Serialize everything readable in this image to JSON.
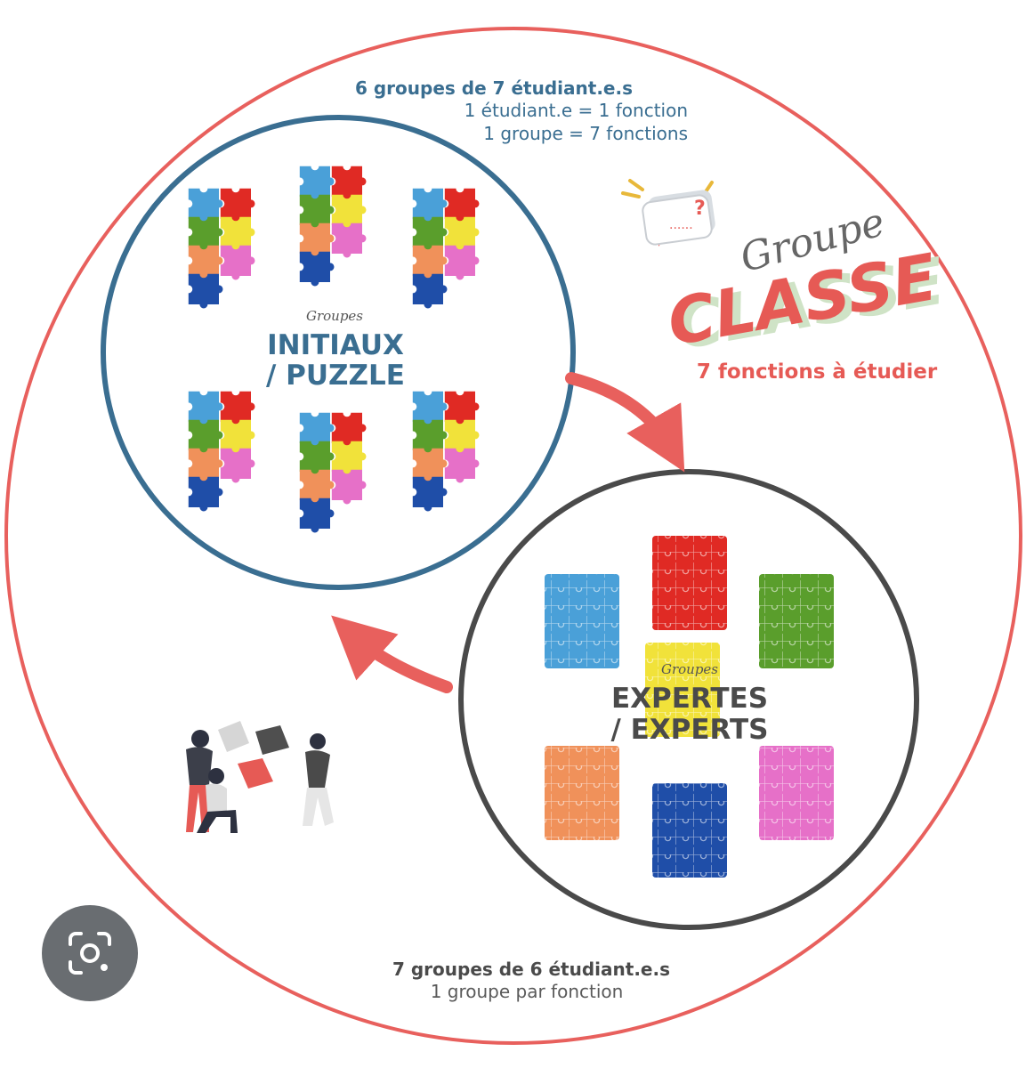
{
  "top_caption": {
    "title": "6 groupes de 7 étudiant.e.s",
    "line1": "1 étudiant.e = 1 fonction",
    "line2": "1 groupe = 7 fonctions"
  },
  "initial_circle": {
    "small_label": "Groupes",
    "big_line1": "INITIAUX",
    "big_line2": "/ PUZZLE"
  },
  "expert_circle": {
    "small_label": "Groupes",
    "big_line1": "EXPERTES",
    "big_line2": "/ EXPERTS"
  },
  "classe_block": {
    "script_word": "Groupe",
    "big_word": "CLASSE",
    "subtitle": "7 fonctions à étudier"
  },
  "bottom_caption": {
    "title": "7 groupes de 6 étudiant.e.s",
    "line1": "1 groupe par fonction"
  },
  "colors": {
    "outer_circle": "#e8605d",
    "initial_circle": "#3a6e91",
    "expert_circle": "#4a4a4a",
    "arrow": "#e8605d",
    "puzzle_blue_light": "#4aa0d8",
    "puzzle_red": "#e02a24",
    "puzzle_green": "#5a9e2c",
    "puzzle_yellow": "#f1e23a",
    "puzzle_orange": "#f0915a",
    "puzzle_pink": "#e670c8",
    "puzzle_blue_dark": "#1f4ea8"
  },
  "icons": {
    "speech_bubble": "speech-bubble-question-icon",
    "team_people": "team-puzzle-illustration",
    "lens": "google-lens-camera-icon"
  }
}
